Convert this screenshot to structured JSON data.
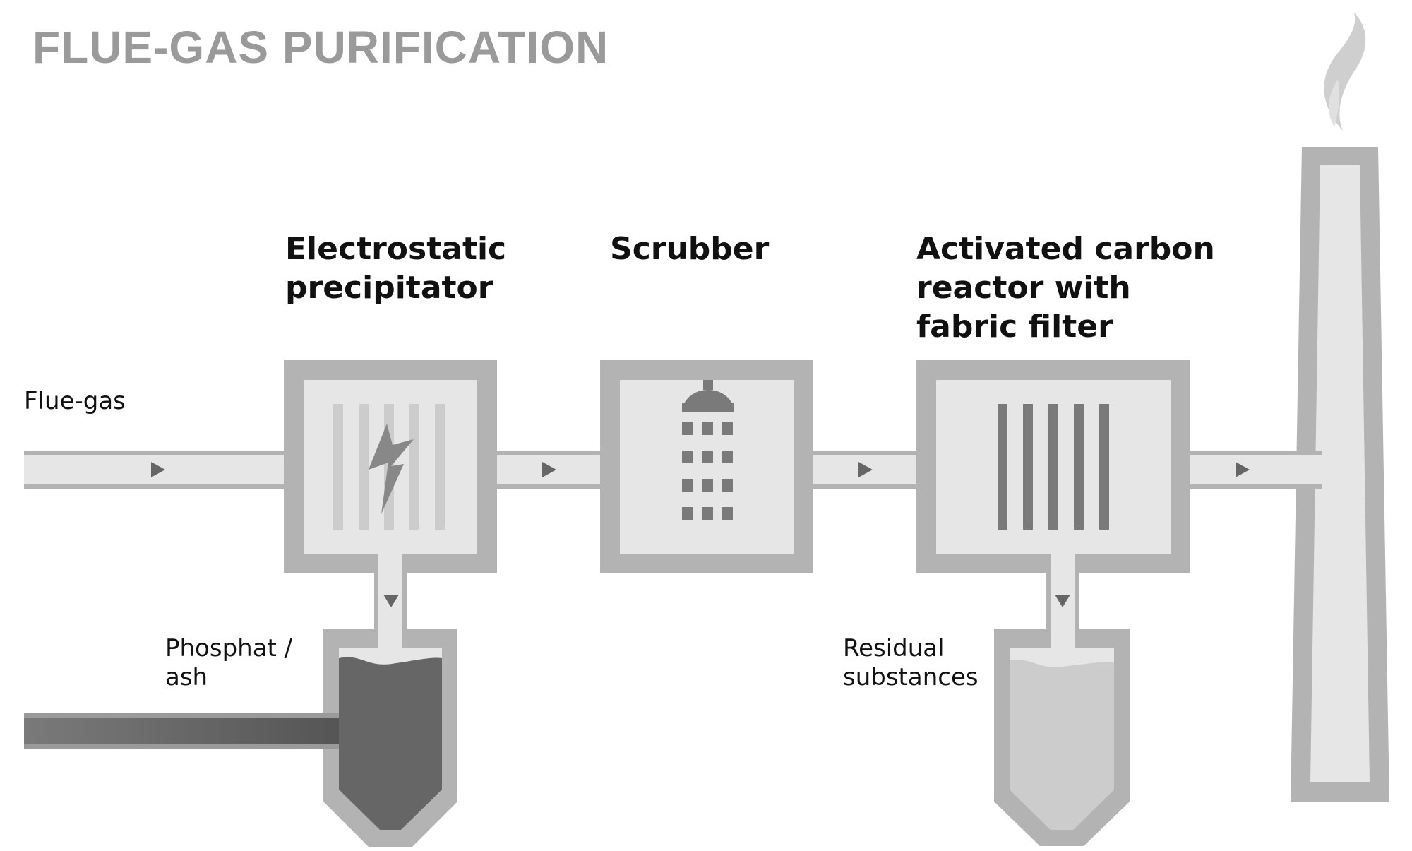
{
  "title": "FLUE-GAS PURIFICATION",
  "stages": {
    "precipitator": {
      "line1": "Electrostatic",
      "line2": "precipitator",
      "icon": "lightning-icon"
    },
    "scrubber": {
      "line1": "Scrubber",
      "icon": "shower-icon"
    },
    "carbon_reactor": {
      "line1": "Activated carbon",
      "line2": "reactor with",
      "line3": "fabric filter",
      "icon": "filter-bars-icon"
    }
  },
  "labels": {
    "inlet": "Flue-gas",
    "ash_line1": "Phosphat /",
    "ash_line2": "ash",
    "residual_line1": "Residual",
    "residual_line2": "substances"
  },
  "colors": {
    "wall": "#b3b3b3",
    "interior": "#e6e6e6",
    "dark_fill": "#666666",
    "light_fill": "#cccccc",
    "arrow": "#666666",
    "icon": "#888888"
  }
}
